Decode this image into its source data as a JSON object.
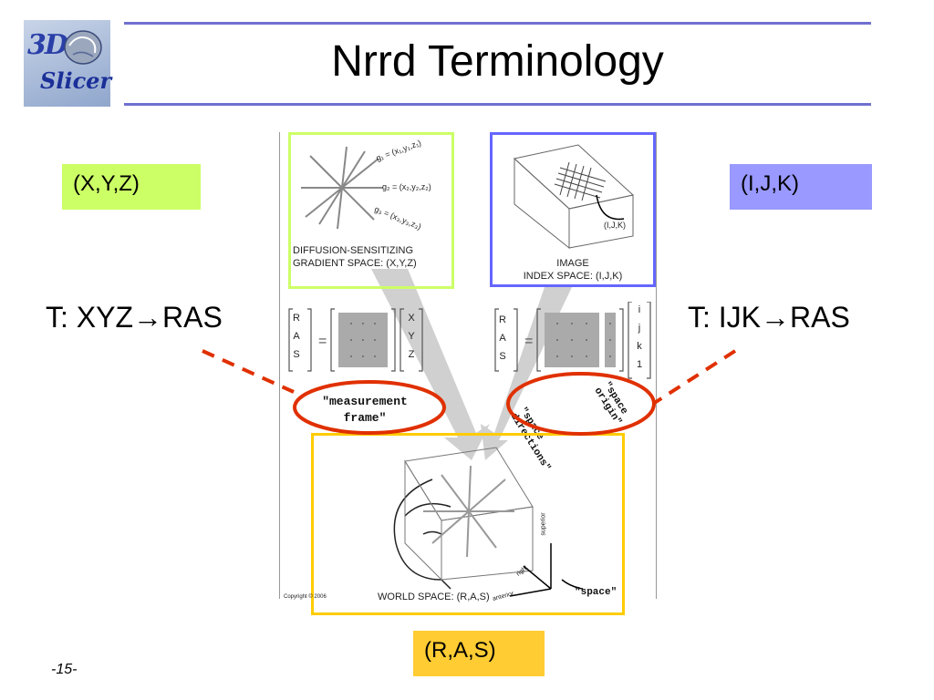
{
  "slide": {
    "title": "Nrrd Terminology",
    "page_number": "-15-"
  },
  "logo": {
    "line1": "3D",
    "line2": "Slicer"
  },
  "badges": {
    "xyz": "(X,Y,Z)",
    "ijk": "(I,J,K)",
    "ras": "(R,A,S)"
  },
  "transforms": {
    "left": "T: XYZ→RAS",
    "right": "T: IJK→RAS"
  },
  "figure": {
    "gradient_label_1": "DIFFUSION-SENSITIZING",
    "gradient_label_2": "GRADIENT SPACE: (X,Y,Z)",
    "g1": "g₁ = (x₁,y₁,z₁)",
    "g2": "g₂ = (x₂,y₂,z₂)",
    "g3": "g₃ = (x₃,y₃,z₃)",
    "image_label_1": "IMAGE",
    "image_label_2": "INDEX SPACE: (I,J,K)",
    "ijk_point": "(I,J,K)",
    "matrix_left_rhs": [
      "X",
      "Y",
      "Z"
    ],
    "matrix_right_rhs": [
      "i",
      "j",
      "k",
      "1"
    ],
    "ras_vector": [
      "R",
      "A",
      "S"
    ],
    "measurement_frame_1": "\"measurement",
    "measurement_frame_2": "frame\"",
    "space_directions": "\"space directions\"",
    "space_origin": "\"space origin\"",
    "world_label": "WORLD SPACE: (R,A,S)",
    "space": "\"space\"",
    "copyright": "Copyright © 2006",
    "axis_superior": "superior",
    "axis_right": "right",
    "axis_anterior": "anterior"
  },
  "colors": {
    "gradient_box": "#ccff66",
    "image_box": "#6666ff",
    "world_box": "#ffcc00",
    "callout_ellipse": "#e03000",
    "dashed_leader": "#e03000",
    "title_rule": "#7070d0"
  }
}
